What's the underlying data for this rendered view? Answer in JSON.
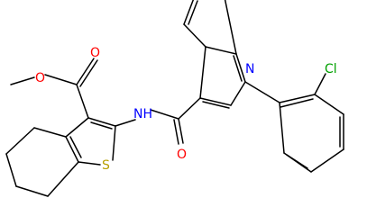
{
  "molecule": {
    "atoms": {
      "ester_methyl_o": "O",
      "ester_carbonyl_o": "O",
      "amide_nh": "NH",
      "amide_o": "O",
      "quinoline_n": "N",
      "thiophene_s": "S",
      "chloro": "Cl"
    },
    "colors": {
      "oxygen": "#ff0000",
      "nitrogen": "#0000ff",
      "sulfur": "#b8a000",
      "chlorine": "#00a000",
      "bond": "#000000"
    }
  }
}
